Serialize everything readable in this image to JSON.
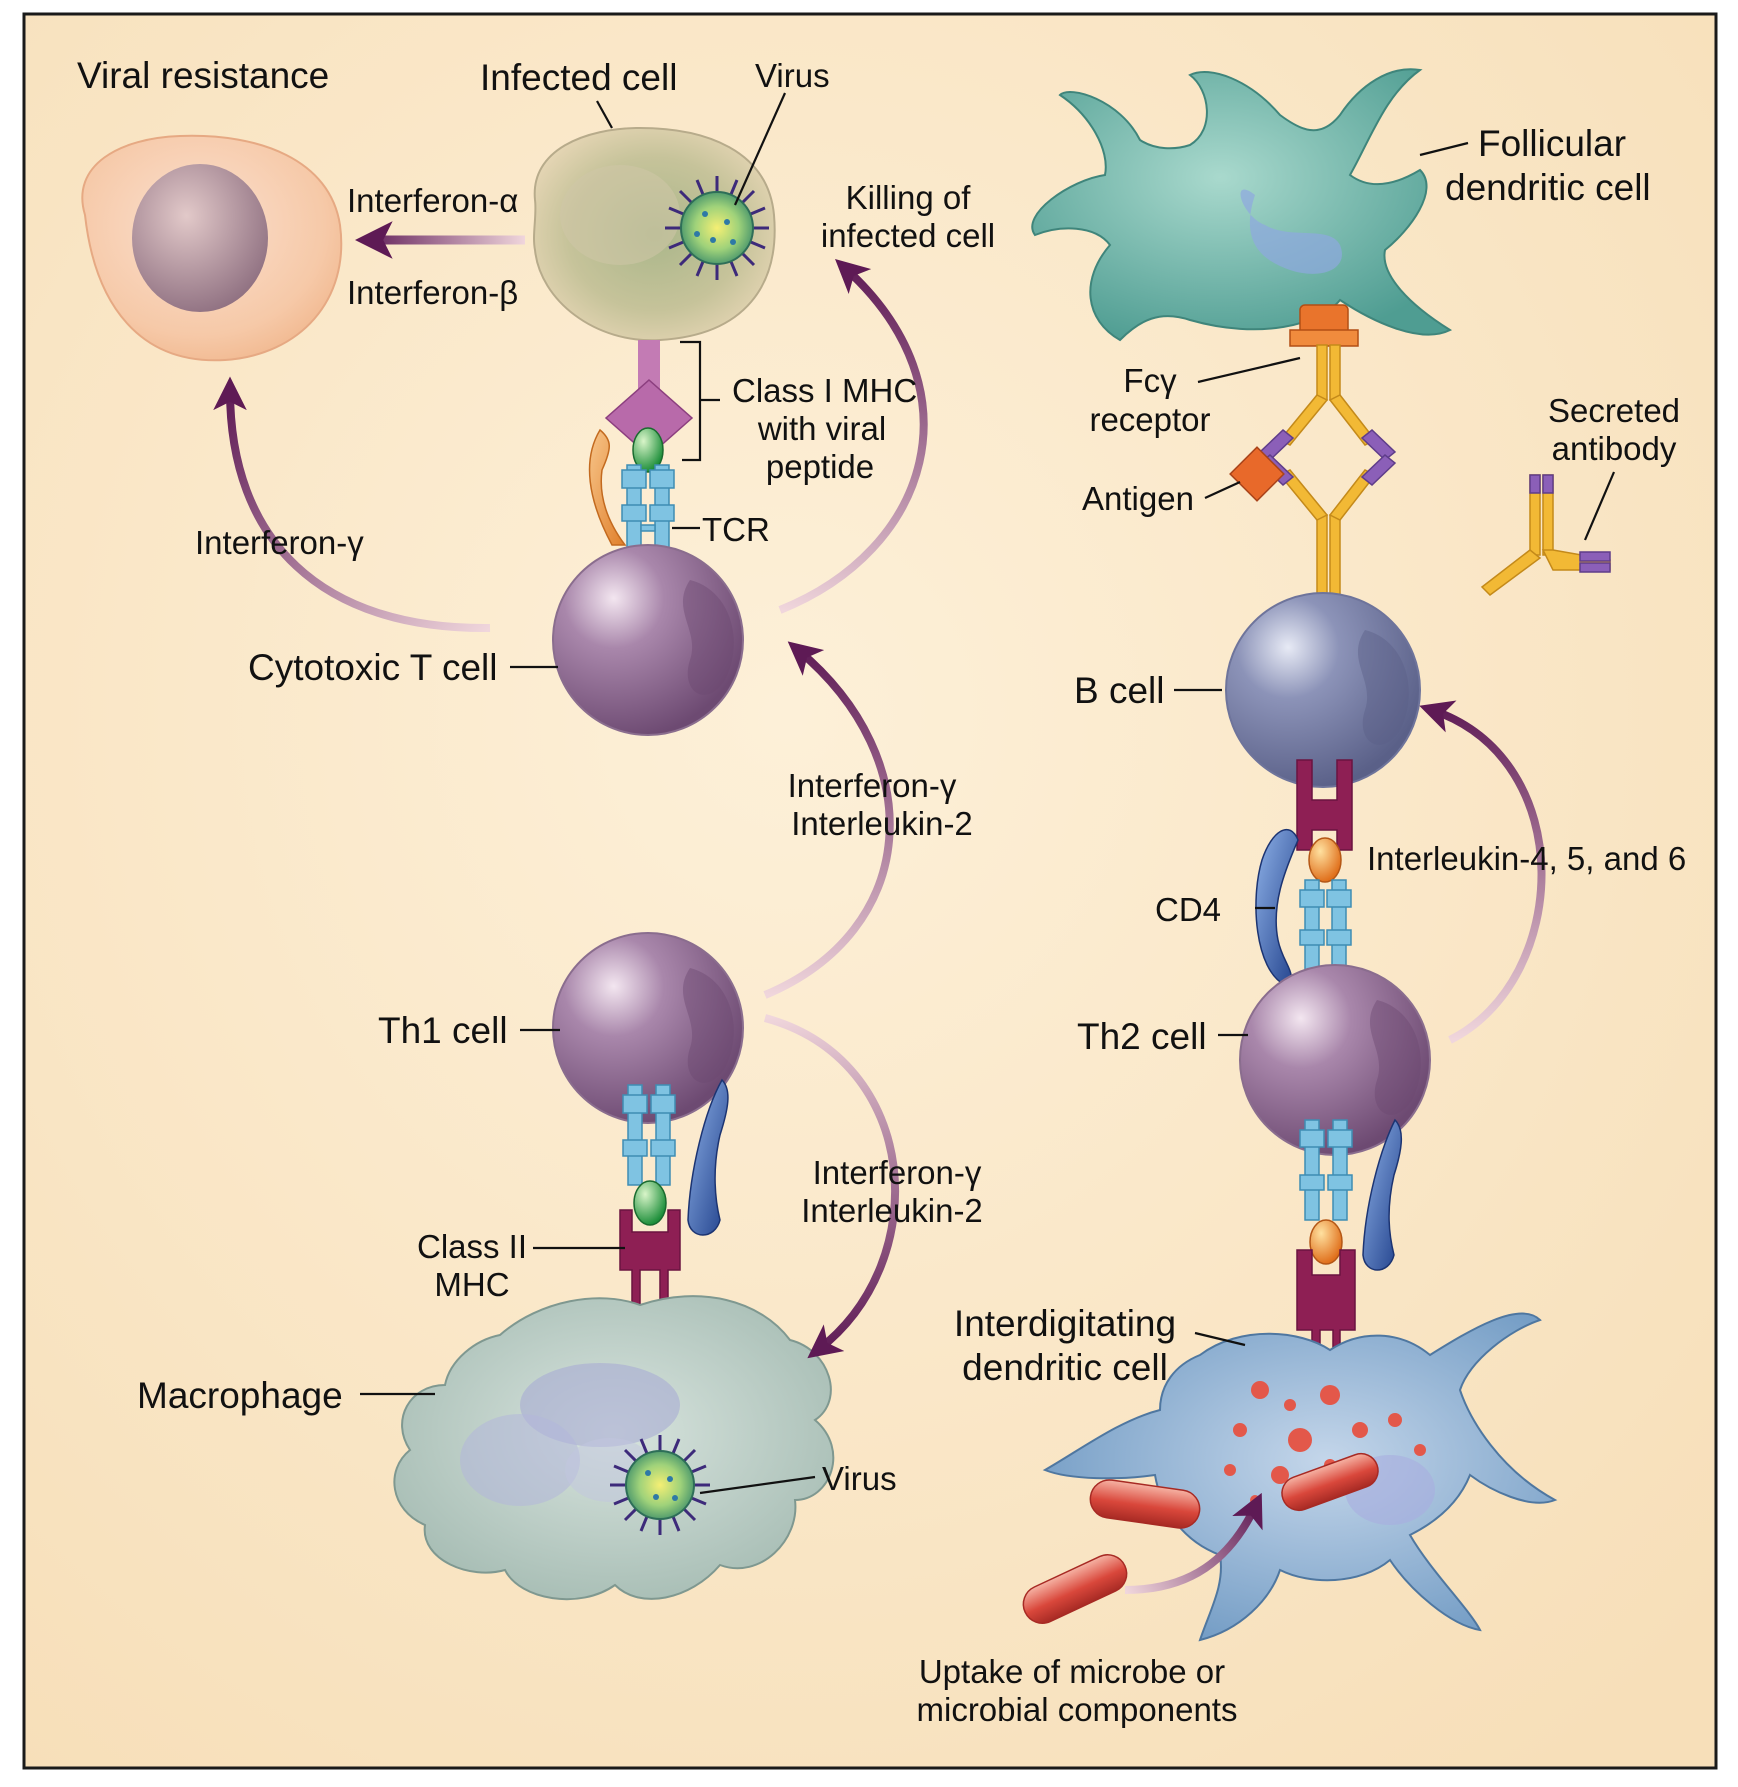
{
  "labels": {
    "viral_resistance": "Viral resistance",
    "infected_cell": "Infected cell",
    "virus_top": "Virus",
    "interferon_alpha": "Interferon-α",
    "interferon_beta": "Interferon-β",
    "killing_line1": "Killing of",
    "killing_line2": "infected cell",
    "class1_line1": "Class I MHC",
    "class1_line2": "with viral",
    "class1_line3": "peptide",
    "tcr": "TCR",
    "interferon_gamma_left": "Interferon-γ",
    "cytotoxic_t_cell": "Cytotoxic T cell",
    "ifn_il2_upper_line1": "Interferon-γ",
    "ifn_il2_upper_line2": "Interleukin-2",
    "th1_cell": "Th1 cell",
    "ifn_il2_lower_line1": "Interferon-γ",
    "ifn_il2_lower_line2": "Interleukin-2",
    "class2_line1": "Class II",
    "class2_line2": "MHC",
    "macrophage": "Macrophage",
    "virus_bottom": "Virus",
    "follicular_line1": "Follicular",
    "follicular_line2": "dendritic cell",
    "fc_line1": "Fcγ",
    "fc_line2": "receptor",
    "secreted_line1": "Secreted",
    "secreted_line2": "antibody",
    "antigen": "Antigen",
    "b_cell": "B cell",
    "interleukin_456": "Interleukin-4, 5, and 6",
    "cd4": "CD4",
    "th2_cell": "Th2 cell",
    "interdigitating_line1": "Interdigitating",
    "interdigitating_line2": "dendritic cell",
    "uptake_line1": "Uptake of microbe or",
    "uptake_line2": "microbial components"
  },
  "colors": {
    "background": "#fbe8c8",
    "arrow": "#5e1a55",
    "t_cell": "#9a6f9d",
    "b_cell": "#7e86ad",
    "follicular": "#67b2a6",
    "interdigitating": "#7aa3c8",
    "macrophage": "#aec4bc",
    "mhc": "#8e1f54",
    "tcr": "#6fb6d9",
    "antibody": "#f2b935",
    "cd4": "#2b4e9a",
    "bacterium": "#d9473b"
  }
}
